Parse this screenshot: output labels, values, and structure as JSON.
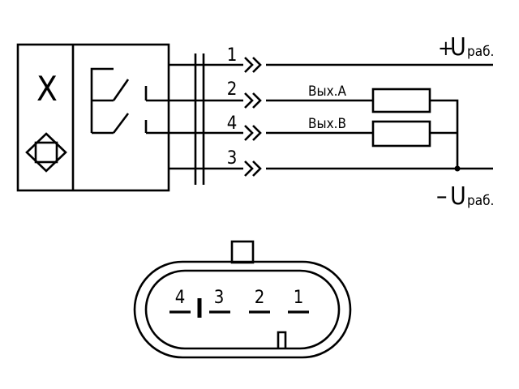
{
  "sensor": {
    "symbol_top": "X",
    "symbol_bottom_icon": "diamond-in-square-icon"
  },
  "wires": [
    {
      "number": "1"
    },
    {
      "number": "2",
      "output": "Вых.А"
    },
    {
      "number": "4",
      "output": "Вых.В"
    },
    {
      "number": "3"
    }
  ],
  "supply": {
    "plus_sign": "+",
    "plus_main": "U",
    "plus_sub": "раб.",
    "minus_sign": "–",
    "minus_main": "U",
    "minus_sub": "раб."
  },
  "connector": {
    "pins": [
      "4",
      "3",
      "2",
      "1"
    ]
  }
}
